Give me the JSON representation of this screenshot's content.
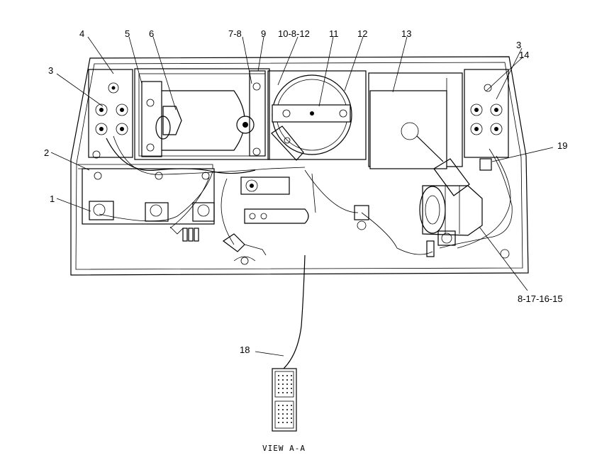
{
  "callouts": {
    "c1": "1",
    "c2": "2",
    "c3_left": "3",
    "c3_right": "3",
    "c4": "4",
    "c5": "5",
    "c6": "6",
    "c7_8": "7-8",
    "c9": "9",
    "c10_8_12": "10-8-12",
    "c11": "11",
    "c12": "12",
    "c13": "13",
    "c14": "14",
    "c19": "19",
    "c8_17_16_15": "8-17-16-15",
    "c18": "18"
  },
  "caption": "VIEW A-A"
}
